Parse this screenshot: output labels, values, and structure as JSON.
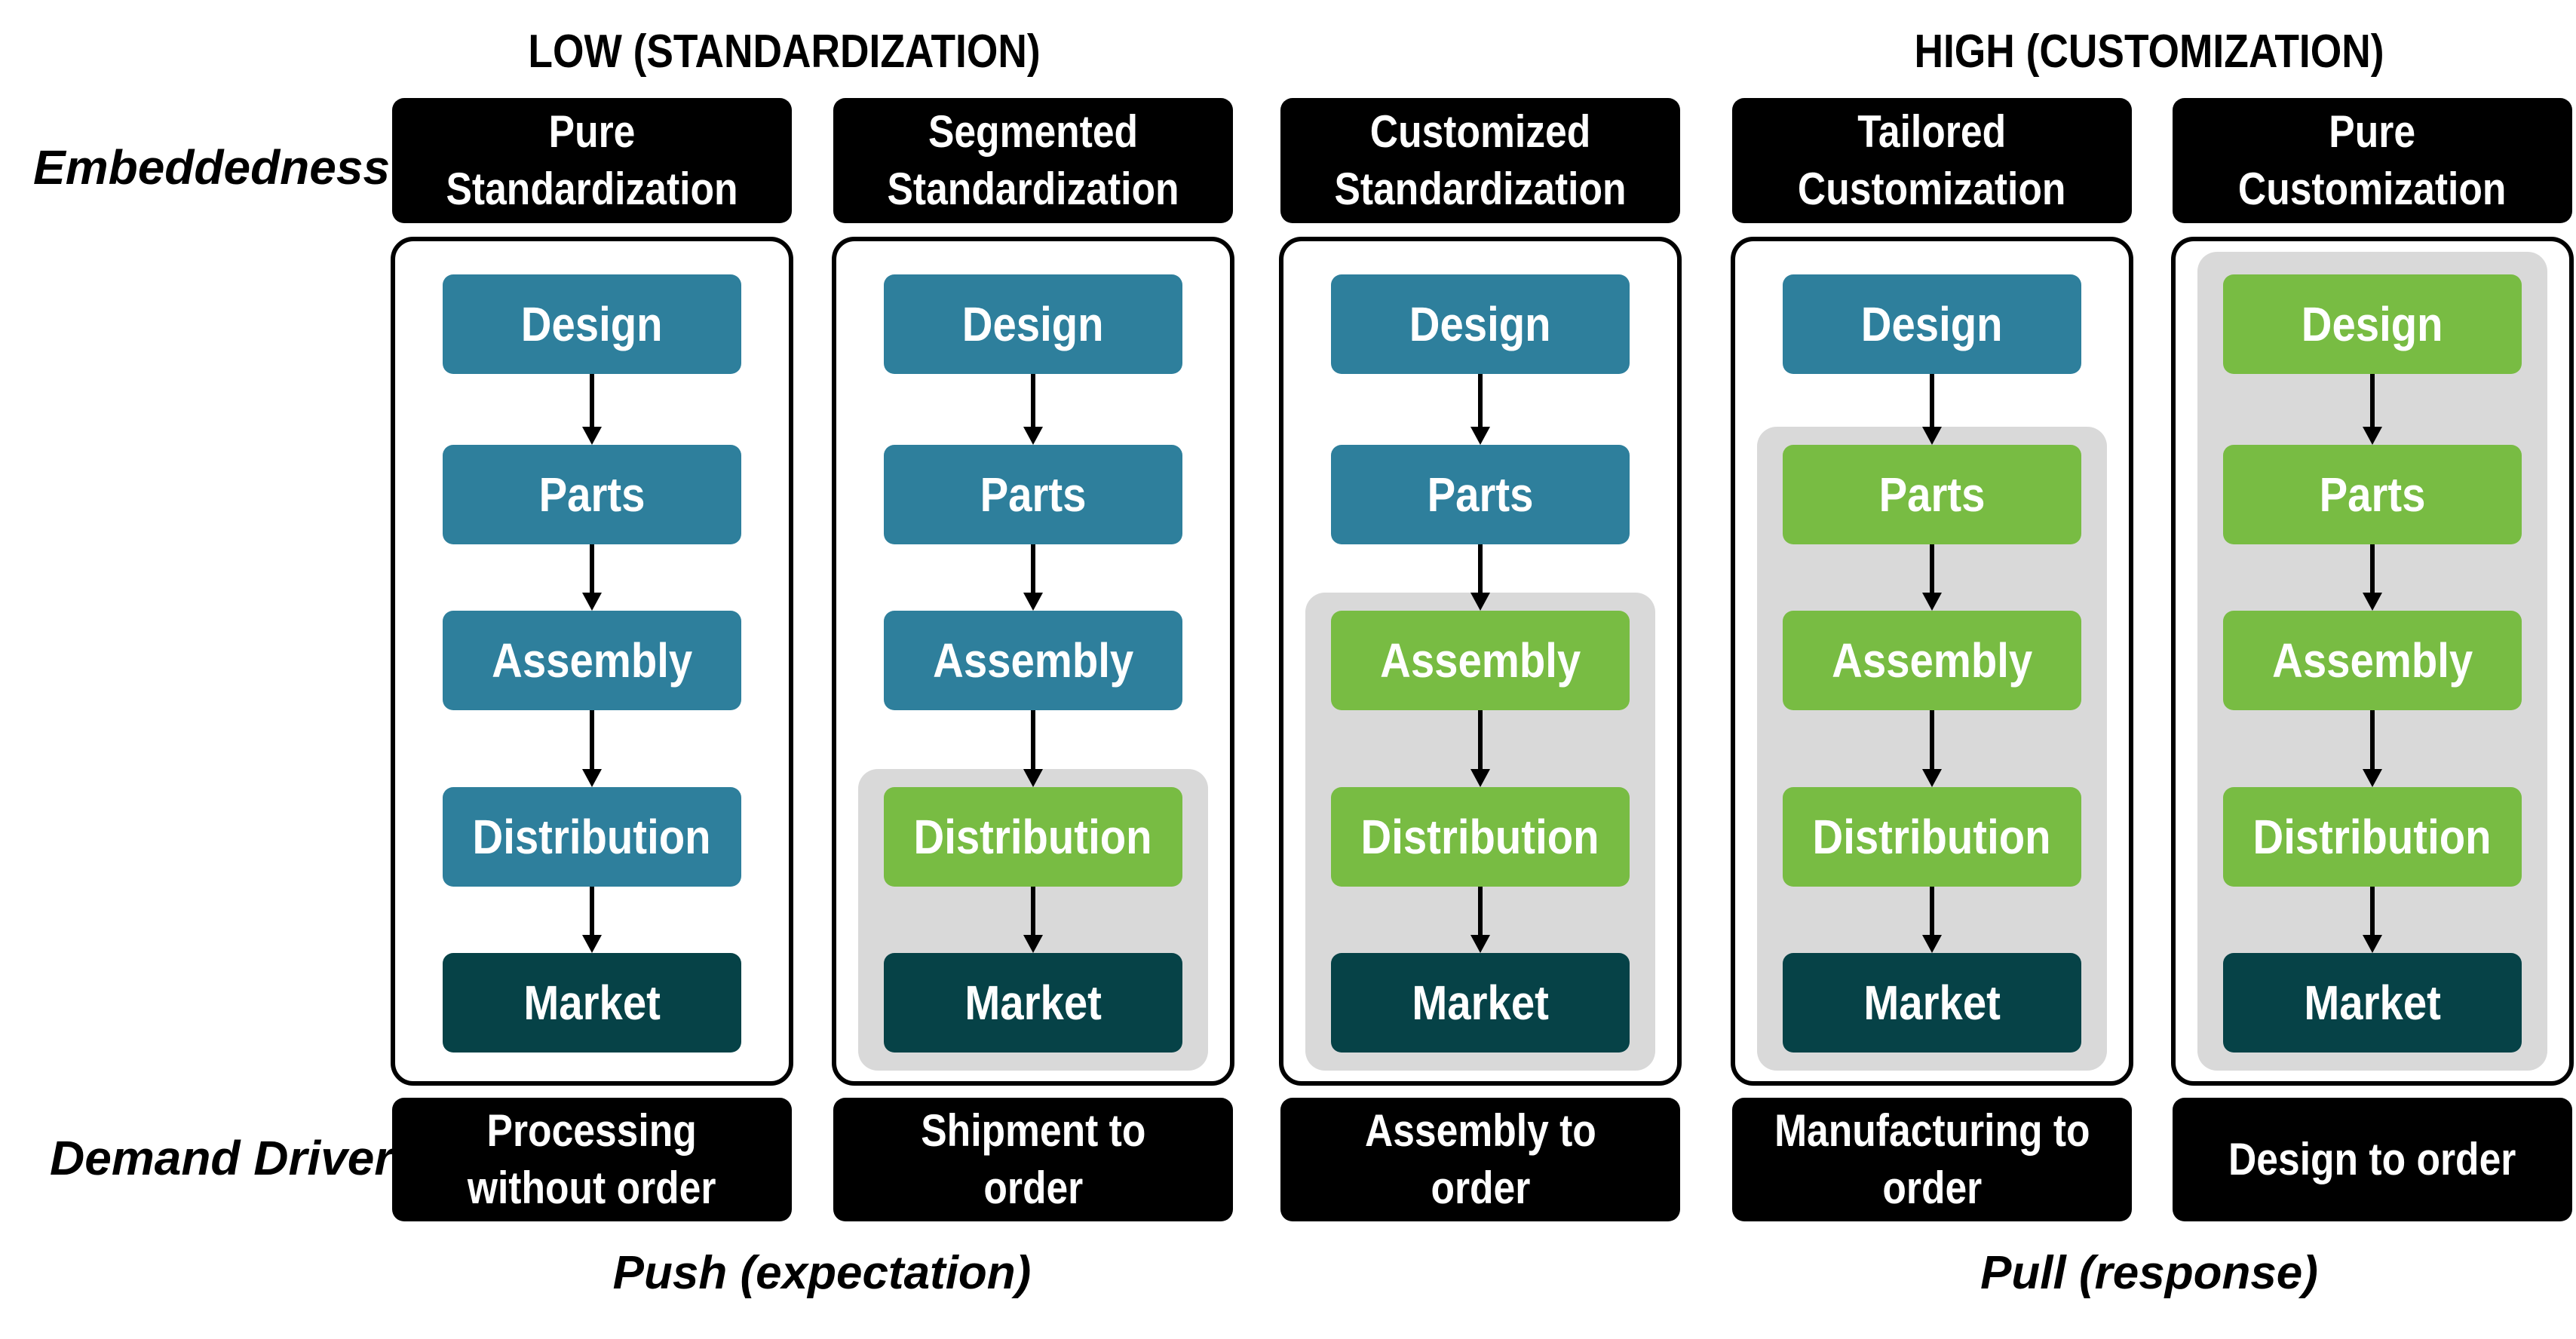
{
  "headings": {
    "low": "LOW (STANDARDIZATION)",
    "high": "HIGH (CUSTOMIZATION)"
  },
  "row_labels": {
    "embeddedness": "Embeddedness",
    "demand_driver": "Demand Driver"
  },
  "footers": {
    "push": "Push (expectation)",
    "pull": "Pull (response)"
  },
  "colors": {
    "standard": "#2e7f9c",
    "custom": "#78bc43",
    "market": "#064247",
    "shade": "#d9d9d9"
  },
  "columns": [
    {
      "title": "Pure\nStandardization",
      "driver": "Processing\nwithout order",
      "stages": [
        {
          "label": "Design",
          "type": "standard"
        },
        {
          "label": "Parts",
          "type": "standard"
        },
        {
          "label": "Assembly",
          "type": "standard"
        },
        {
          "label": "Distribution",
          "type": "standard"
        },
        {
          "label": "Market",
          "type": "market"
        }
      ],
      "shade_from": null
    },
    {
      "title": "Segmented\nStandardization",
      "driver": "Shipment to\norder",
      "stages": [
        {
          "label": "Design",
          "type": "standard"
        },
        {
          "label": "Parts",
          "type": "standard"
        },
        {
          "label": "Assembly",
          "type": "standard"
        },
        {
          "label": "Distribution",
          "type": "custom"
        },
        {
          "label": "Market",
          "type": "market"
        }
      ],
      "shade_from": 3
    },
    {
      "title": "Customized\nStandardization",
      "driver": "Assembly to\norder",
      "stages": [
        {
          "label": "Design",
          "type": "standard"
        },
        {
          "label": "Parts",
          "type": "standard"
        },
        {
          "label": "Assembly",
          "type": "custom"
        },
        {
          "label": "Distribution",
          "type": "custom"
        },
        {
          "label": "Market",
          "type": "market"
        }
      ],
      "shade_from": 2
    },
    {
      "title": "Tailored\nCustomization",
      "driver": "Manufacturing to\norder",
      "stages": [
        {
          "label": "Design",
          "type": "standard"
        },
        {
          "label": "Parts",
          "type": "custom"
        },
        {
          "label": "Assembly",
          "type": "custom"
        },
        {
          "label": "Distribution",
          "type": "custom"
        },
        {
          "label": "Market",
          "type": "market"
        }
      ],
      "shade_from": 1
    },
    {
      "title": "Pure\nCustomization",
      "driver": "Design to order",
      "stages": [
        {
          "label": "Design",
          "type": "custom"
        },
        {
          "label": "Parts",
          "type": "custom"
        },
        {
          "label": "Assembly",
          "type": "custom"
        },
        {
          "label": "Distribution",
          "type": "custom"
        },
        {
          "label": "Market",
          "type": "market"
        }
      ],
      "shade_from": 0
    }
  ]
}
